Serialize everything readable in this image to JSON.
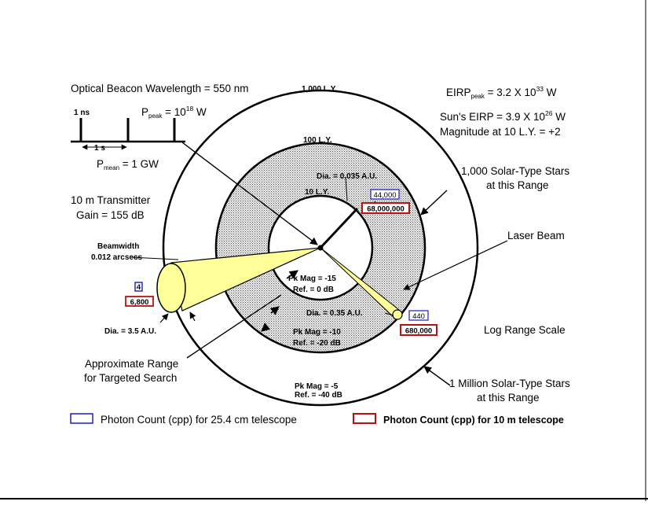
{
  "title_text": {
    "beacon": "Optical Beacon Wavelength = 550 nm",
    "eirp_peak_pre": "EIRP",
    "eirp_peak_sub": "peak",
    "eirp_peak_mid": " = 3.2 X 10",
    "eirp_peak_exp": "33",
    "eirp_peak_unit": "  W",
    "sun_eirp_pre": "Sun's EIRP = 3.9 X 10",
    "sun_eirp_exp": "26",
    "sun_eirp_unit": "  W",
    "magnitude": "Magnitude at 10 L.Y. = +2"
  },
  "pulse": {
    "width_label": "1 ns",
    "period_label": "1 s",
    "ppeak_pre": "P",
    "ppeak_sub": "peak",
    "ppeak_mid": " = 10",
    "ppeak_exp": "18",
    "ppeak_unit": "  W",
    "pmean_pre": "P",
    "pmean_sub": "mean",
    "pmean_val": " = 1 GW"
  },
  "transmitter": {
    "line1": "10 m Transmitter",
    "line2": "Gain = 155 dB",
    "beamwidth_1": "Beamwidth",
    "beamwidth_2": "0.012 arcsecs",
    "dia_outer": "Dia. = 3.5 A.U.",
    "count_small": "4",
    "count_large": "6,800"
  },
  "rings": {
    "label_1000": "1,000 L.Y.",
    "label_100": "100 L.Y.",
    "label_10": "10 L.Y.",
    "dia_inner": "Dia. = 0.035 A.U.",
    "dia_mid": "Dia. = 0.35 A.U.",
    "pk_inner_1": "Pk Mag = -15",
    "pk_inner_2": "Ref. = 0 dB",
    "pk_mid_1": "Pk Mag = -10",
    "pk_mid_2": "Ref. = -20 dB",
    "pk_outer_1": "Pk Mag = -5",
    "pk_outer_2": "Ref. = -40 dB"
  },
  "counts": {
    "inner_small": "44,000",
    "inner_large": "68,000,000",
    "mid_small": "440",
    "mid_large": "680,000"
  },
  "annotations": {
    "stars_1000_a": "1,000 Solar-Type Stars",
    "stars_1000_b": "at this Range",
    "laser_beam": "Laser Beam",
    "log_scale": "Log Range Scale",
    "stars_million_a": "1 Million Solar-Type Stars",
    "stars_million_b": "at this Range",
    "approx_a": "Approximate Range",
    "approx_b": "for Targeted Search"
  },
  "legend": {
    "blue_label": "Photon Count (cpp) for 25.4 cm telescope",
    "red_label": "Photon Count (cpp) for 10 m telescope",
    "blue_color": "#1c1ccc",
    "red_color": "#bb1111"
  },
  "colors": {
    "beam_fill": "#ffff99",
    "ring_shade": "#d8d8d8"
  }
}
